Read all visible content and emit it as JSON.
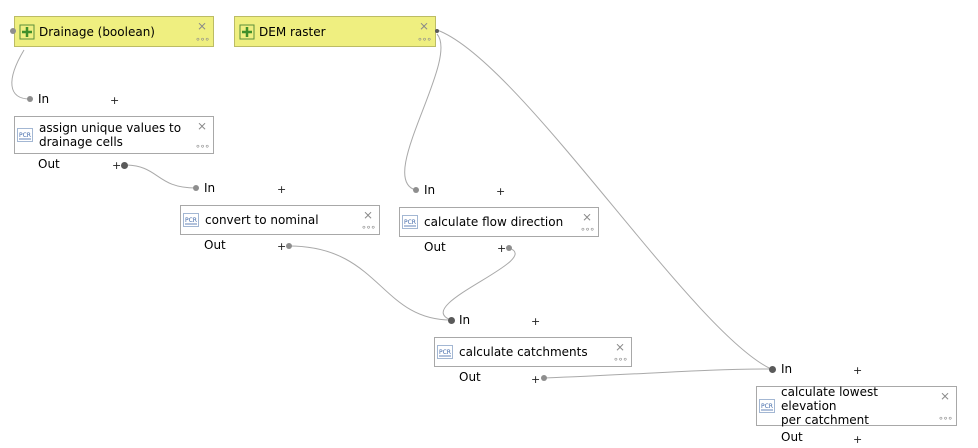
{
  "inputs": [
    {
      "label": "Drainage (boolean)"
    },
    {
      "label": "DEM raster"
    }
  ],
  "algorithms": [
    {
      "label": "assign unique values to\ndrainage cells",
      "in": "In",
      "out": "Out",
      "badge": "PCR"
    },
    {
      "label": "convert to nominal",
      "in": "In",
      "out": "Out",
      "badge": "PCR"
    },
    {
      "label": "calculate flow direction",
      "in": "In",
      "out": "Out",
      "badge": "PCR"
    },
    {
      "label": "calculate catchments",
      "in": "In",
      "out": "Out",
      "badge": "PCR"
    },
    {
      "label": "calculate lowest elevation\nper catchment",
      "in": "In",
      "out": "Out",
      "badge": "PCR"
    }
  ],
  "icons": {
    "close": "✕-like remove icon",
    "more": "ellipsis-icon",
    "add": "green-plus-icon",
    "algorithm": "pcr-icon"
  },
  "colors": {
    "input_fill": "#efef80",
    "input_border": "#bcbc64",
    "wire": "#a9a9a9",
    "port": "#8e8e8e"
  }
}
